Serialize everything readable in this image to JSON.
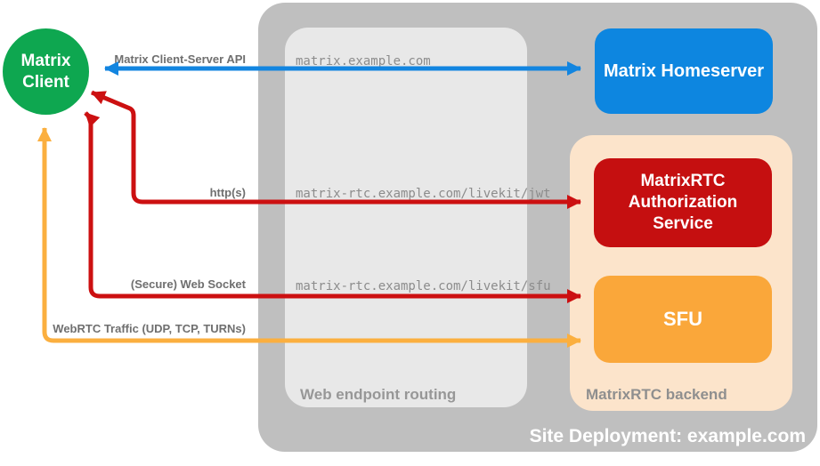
{
  "diagram": {
    "title": "Site Deployment: example.com",
    "panels": {
      "site_deployment": {
        "label": "Site Deployment: example.com"
      },
      "web_endpoint_routing": {
        "label": "Web endpoint routing"
      },
      "matrixrtc_backend": {
        "label": "MatrixRTC backend"
      }
    },
    "nodes": {
      "client": {
        "label": "Matrix Client",
        "color": "#0ea750"
      },
      "homeserver": {
        "label": "Matrix Homeserver",
        "color": "#0d86e0"
      },
      "auth_service": {
        "label": "MatrixRTC Authorization Service",
        "color": "#c50f10"
      },
      "sfu": {
        "label": "SFU",
        "color": "#faa73a"
      }
    },
    "flows": {
      "client_server_api": {
        "label": "Matrix Client-Server API",
        "route": "matrix.example.com",
        "color": "#1285e0",
        "from": "Matrix Client",
        "to": "Matrix Homeserver",
        "bidirectional": true
      },
      "https": {
        "label": "http(s)",
        "route": "matrix-rtc.example.com/livekit/jwt",
        "color": "#cc1011",
        "from": "Matrix Client",
        "to": "MatrixRTC Authorization Service",
        "bidirectional": true
      },
      "web_socket": {
        "label": "(Secure) Web Socket",
        "route": "matrix-rtc.example.com/livekit/sfu",
        "color": "#cc1011",
        "from": "Matrix Client",
        "to": "SFU",
        "bidirectional": true
      },
      "webrtc": {
        "label": "WebRTC Traffic (UDP, TCP, TURNs)",
        "route": "",
        "color": "#fbaf3f",
        "from": "Matrix Client",
        "to": "SFU",
        "bidirectional": true
      }
    },
    "colors": {
      "outer_panel": "#bfbfbf",
      "inner_panel": "#e8e8e8",
      "backend_panel": "#fce4cb"
    }
  }
}
